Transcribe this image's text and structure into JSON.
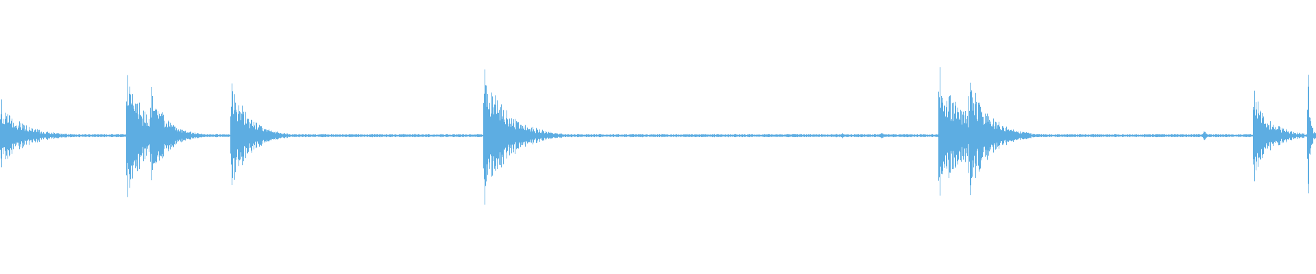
{
  "waveform": {
    "color": "#5DADE2",
    "background": "#FFFFFF",
    "bursts": [
      {
        "at": 0.0,
        "amplitude": 0.52,
        "length": 0.055
      },
      {
        "at": 0.096,
        "amplitude": 0.94,
        "length": 0.055
      },
      {
        "at": 0.114,
        "amplitude": 0.72,
        "length": 0.04
      },
      {
        "at": 0.175,
        "amplitude": 0.83,
        "length": 0.045
      },
      {
        "at": 0.367,
        "amplitude": 1.0,
        "length": 0.06
      },
      {
        "at": 0.713,
        "amplitude": 1.0,
        "length": 0.07
      },
      {
        "at": 0.736,
        "amplitude": 0.88,
        "length": 0.05
      },
      {
        "at": 0.952,
        "amplitude": 0.73,
        "length": 0.04
      },
      {
        "at": 0.993,
        "amplitude": 0.95,
        "length": 0.007
      }
    ],
    "small_blips": [
      {
        "at": 0.42,
        "amplitude": 0.04
      },
      {
        "at": 0.64,
        "amplitude": 0.04
      },
      {
        "at": 0.67,
        "amplitude": 0.05
      },
      {
        "at": 0.915,
        "amplitude": 0.08
      }
    ]
  }
}
